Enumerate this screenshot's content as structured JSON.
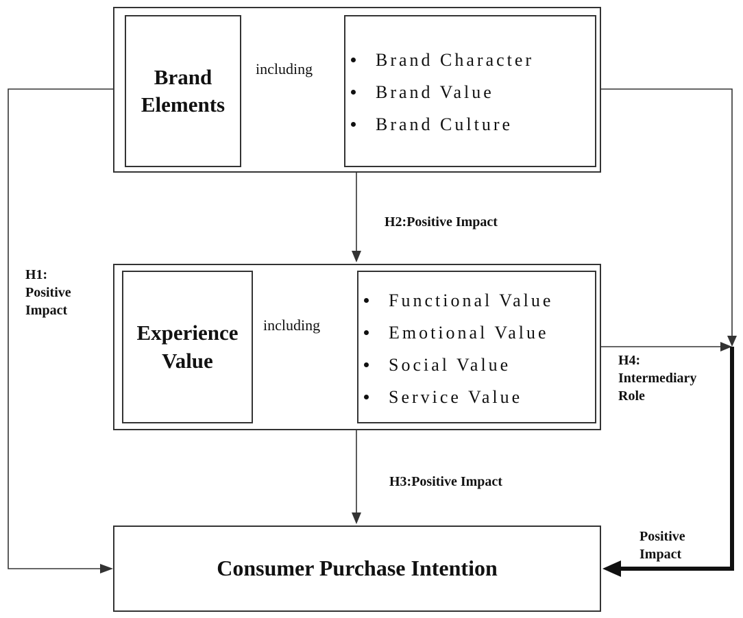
{
  "brand": {
    "title_line1": "Brand",
    "title_line2": "Elements",
    "including": "including",
    "items": [
      "Brand Character",
      "Brand Value",
      "Brand Culture"
    ]
  },
  "experience": {
    "title_line1": "Experience",
    "title_line2": "Value",
    "including": "including",
    "items": [
      "Functional Value",
      "Emotional Value",
      "Social Value",
      "Service Value"
    ]
  },
  "outcome": {
    "title": "Consumer Purchase Intention"
  },
  "labels": {
    "h1_line1": "H1:",
    "h1_line2": "Positive",
    "h1_line3": "Impact",
    "h2": "H2:Positive Impact",
    "h3": "H3:Positive Impact",
    "h4_line1": "H4:",
    "h4_line2": "Intermediary",
    "h4_line3": "Role",
    "pi_line1": "Positive",
    "pi_line2": "Impact"
  },
  "colors": {
    "arrow_fill": "#dfe6cc",
    "line": "#333333"
  }
}
